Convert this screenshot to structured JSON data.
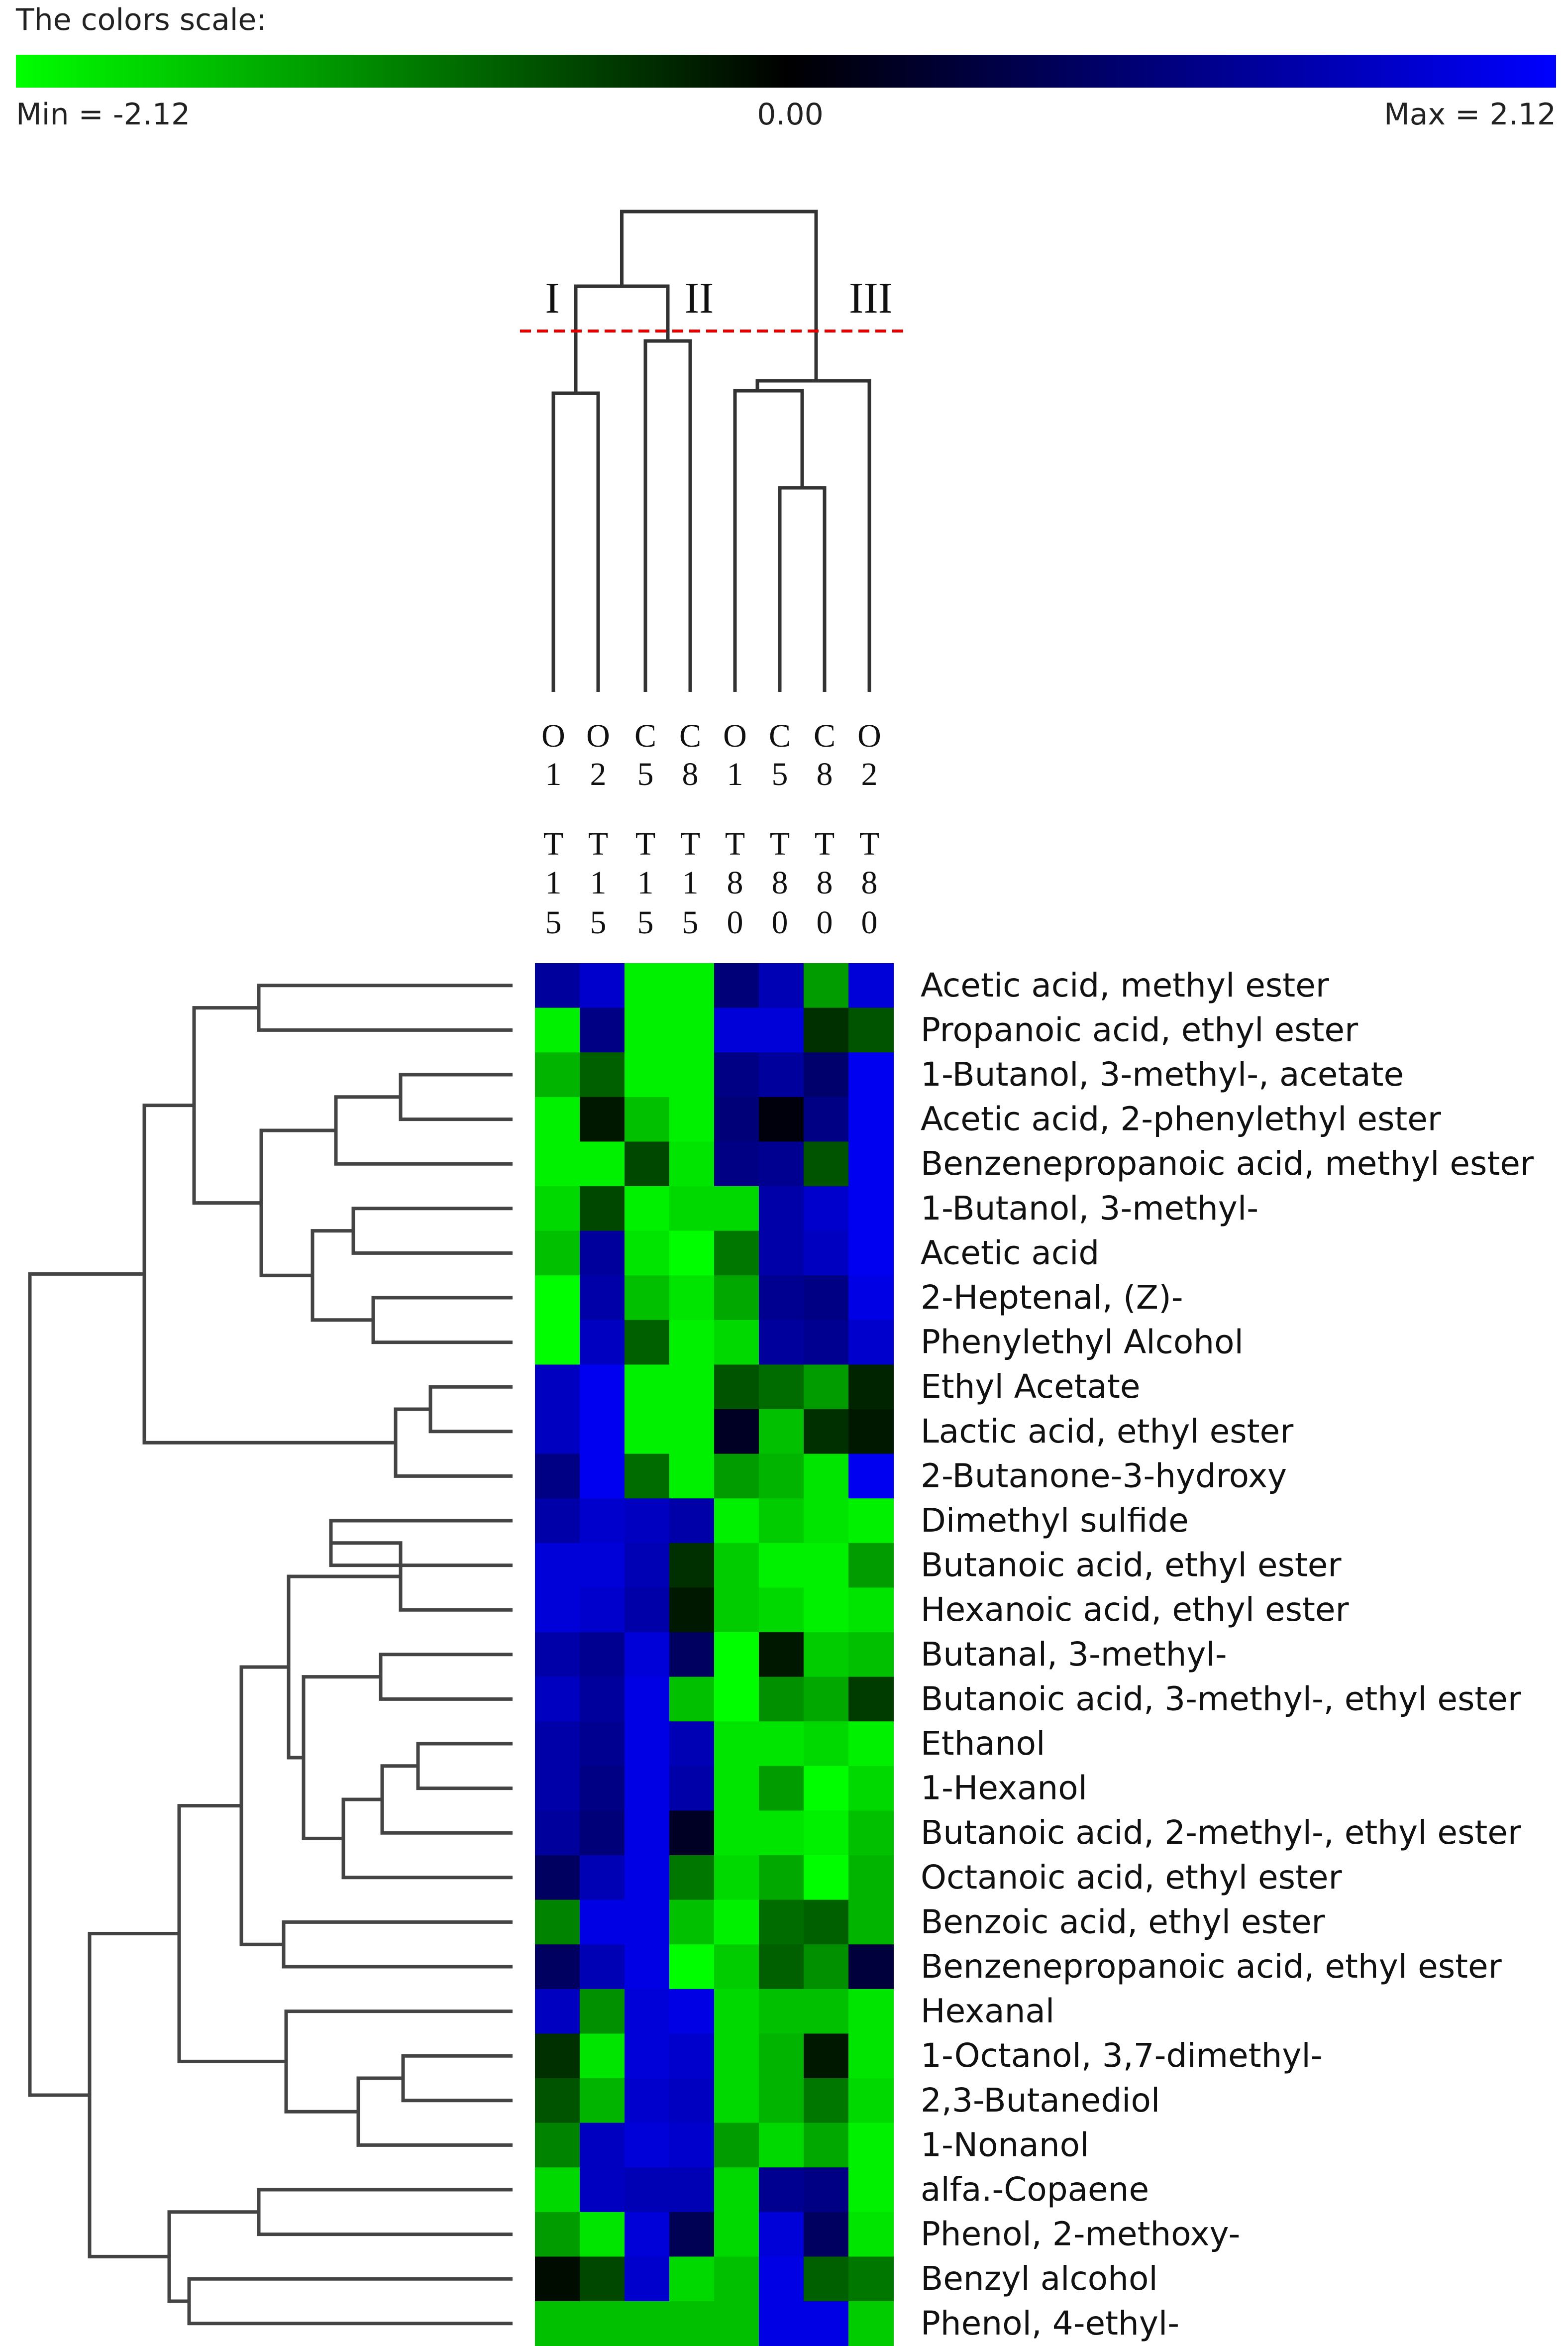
{
  "chart_data": {
    "type": "heatmap",
    "title": "The colors scale:",
    "scale": {
      "min": -2.12,
      "max": 2.12,
      "min_label": "Min = -2.12",
      "mid_label": "0.00",
      "max_label": "Max = 2.12",
      "color_min": "#00ff00",
      "color_mid": "#000000",
      "color_max": "#0000ff"
    },
    "cluster_labels": [
      "I",
      "II",
      "III"
    ],
    "cut_line_color": "#e00000",
    "columns": [
      {
        "top": [
          "O",
          "1"
        ],
        "bottom": [
          "T",
          "1",
          "5"
        ]
      },
      {
        "top": [
          "O",
          "2"
        ],
        "bottom": [
          "T",
          "1",
          "5"
        ]
      },
      {
        "top": [
          "C",
          "5"
        ],
        "bottom": [
          "T",
          "1",
          "5"
        ]
      },
      {
        "top": [
          "C",
          "8"
        ],
        "bottom": [
          "T",
          "1",
          "5"
        ]
      },
      {
        "top": [
          "O",
          "1"
        ],
        "bottom": [
          "T",
          "8",
          "0"
        ]
      },
      {
        "top": [
          "C",
          "5"
        ],
        "bottom": [
          "T",
          "8",
          "0"
        ]
      },
      {
        "top": [
          "C",
          "8"
        ],
        "bottom": [
          "T",
          "8",
          "0"
        ]
      },
      {
        "top": [
          "O",
          "2"
        ],
        "bottom": [
          "T",
          "8",
          "0"
        ]
      }
    ],
    "rows": [
      "Acetic acid, methyl ester",
      "Propanoic acid, ethyl ester",
      "1-Butanol, 3-methyl-, acetate",
      "Acetic acid, 2-phenylethyl ester",
      "Benzenepropanoic acid, methyl ester",
      "1-Butanol, 3-methyl-",
      "Acetic acid",
      "2-Heptenal, (Z)-",
      "Phenylethyl Alcohol",
      "Ethyl Acetate",
      "Lactic acid, ethyl ester",
      "2-Butanone-3-hydroxy",
      "Dimethyl sulfide",
      "Butanoic acid, ethyl ester",
      "Hexanoic acid, ethyl ester",
      "Butanal, 3-methyl-",
      "Butanoic acid, 3-methyl-, ethyl ester",
      "Ethanol",
      "1-Hexanol",
      "Butanoic acid, 2-methyl-, ethyl ester",
      "Octanoic acid, ethyl ester",
      "Benzoic acid, ethyl ester",
      "Benzenepropanoic acid, ethyl ester",
      "Hexanal",
      "1-Octanol, 3,7-dimethyl-",
      "2,3-Butanediol",
      "1-Nonanol",
      "alfa.-Copaene",
      "Phenol, 2-methoxy-",
      "Benzyl alcohol",
      "Phenol, 4-ethyl-"
    ],
    "values": [
      [
        1.3,
        1.7,
        -2.0,
        -2.0,
        1.0,
        1.5,
        -1.3,
        1.8
      ],
      [
        -2.0,
        1.1,
        -2.0,
        -2.0,
        1.8,
        1.8,
        -0.4,
        -0.7
      ],
      [
        -1.5,
        -0.8,
        -2.0,
        -2.0,
        1.1,
        1.3,
        0.9,
        2.0
      ],
      [
        -2.0,
        -0.2,
        -1.6,
        -2.0,
        1.0,
        0.1,
        1.1,
        2.0
      ],
      [
        -2.0,
        -2.0,
        -0.6,
        -1.9,
        1.1,
        1.2,
        -0.7,
        2.0
      ],
      [
        -1.8,
        -0.6,
        -2.0,
        -1.8,
        -1.8,
        1.4,
        1.7,
        2.0
      ],
      [
        -1.6,
        1.3,
        -1.9,
        -2.1,
        -1.0,
        1.4,
        1.6,
        2.0
      ],
      [
        -2.1,
        1.4,
        -1.6,
        -1.9,
        -1.4,
        1.2,
        1.1,
        1.9
      ],
      [
        -2.1,
        1.6,
        -0.8,
        -2.0,
        -1.8,
        1.3,
        1.2,
        1.7
      ],
      [
        1.6,
        2.0,
        -2.0,
        -2.0,
        -0.7,
        -0.9,
        -1.3,
        -0.3
      ],
      [
        1.6,
        2.0,
        -2.0,
        -2.0,
        0.3,
        -1.6,
        -0.4,
        -0.2
      ],
      [
        1.1,
        2.0,
        -0.9,
        -2.0,
        -1.3,
        -1.5,
        -1.9,
        2.0
      ],
      [
        1.4,
        1.7,
        1.6,
        1.4,
        -2.0,
        -1.7,
        -1.9,
        -2.0
      ],
      [
        1.8,
        1.8,
        1.5,
        -0.4,
        -1.7,
        -2.0,
        -2.0,
        -1.3
      ],
      [
        1.8,
        1.7,
        1.4,
        -0.2,
        -1.7,
        -1.8,
        -2.0,
        -1.9
      ],
      [
        1.4,
        1.2,
        1.8,
        0.8,
        -2.1,
        -0.2,
        -1.7,
        -1.6
      ],
      [
        1.6,
        1.3,
        1.9,
        -1.6,
        -2.1,
        -1.2,
        -1.4,
        -0.5
      ],
      [
        1.4,
        1.2,
        1.9,
        1.5,
        -1.9,
        -1.9,
        -1.8,
        -2.0
      ],
      [
        1.4,
        1.1,
        1.9,
        1.4,
        -1.9,
        -1.3,
        -2.1,
        -1.8
      ],
      [
        1.3,
        1.0,
        1.9,
        0.3,
        -1.9,
        -1.9,
        -2.0,
        -1.6
      ],
      [
        0.8,
        1.5,
        1.9,
        -1.0,
        -1.8,
        -1.4,
        -2.1,
        -1.5
      ],
      [
        -1.1,
        1.9,
        1.9,
        -1.6,
        -2.0,
        -0.9,
        -0.8,
        -1.5
      ],
      [
        0.8,
        1.5,
        1.9,
        -2.1,
        -1.7,
        -0.8,
        -1.2,
        0.5
      ],
      [
        1.6,
        -1.2,
        1.8,
        1.9,
        -1.8,
        -1.6,
        -1.6,
        -1.9
      ],
      [
        -0.4,
        -1.9,
        1.8,
        1.7,
        -1.8,
        -1.5,
        -0.2,
        -1.9
      ],
      [
        -0.7,
        -1.5,
        1.7,
        1.6,
        -1.8,
        -1.5,
        -1.0,
        -1.8
      ],
      [
        -1.1,
        1.6,
        1.8,
        1.7,
        -1.3,
        -1.8,
        -1.4,
        -2.0
      ],
      [
        -1.8,
        1.6,
        1.5,
        1.5,
        -1.8,
        1.2,
        1.1,
        -2.0
      ],
      [
        -1.3,
        -1.9,
        1.8,
        0.7,
        -1.8,
        1.8,
        0.8,
        -1.9
      ],
      [
        -0.1,
        -0.6,
        1.7,
        -1.8,
        -1.6,
        1.9,
        -0.8,
        -1.0
      ],
      [
        -1.6,
        -1.6,
        -1.6,
        -1.6,
        -1.6,
        1.9,
        1.9,
        -1.7
      ]
    ]
  }
}
